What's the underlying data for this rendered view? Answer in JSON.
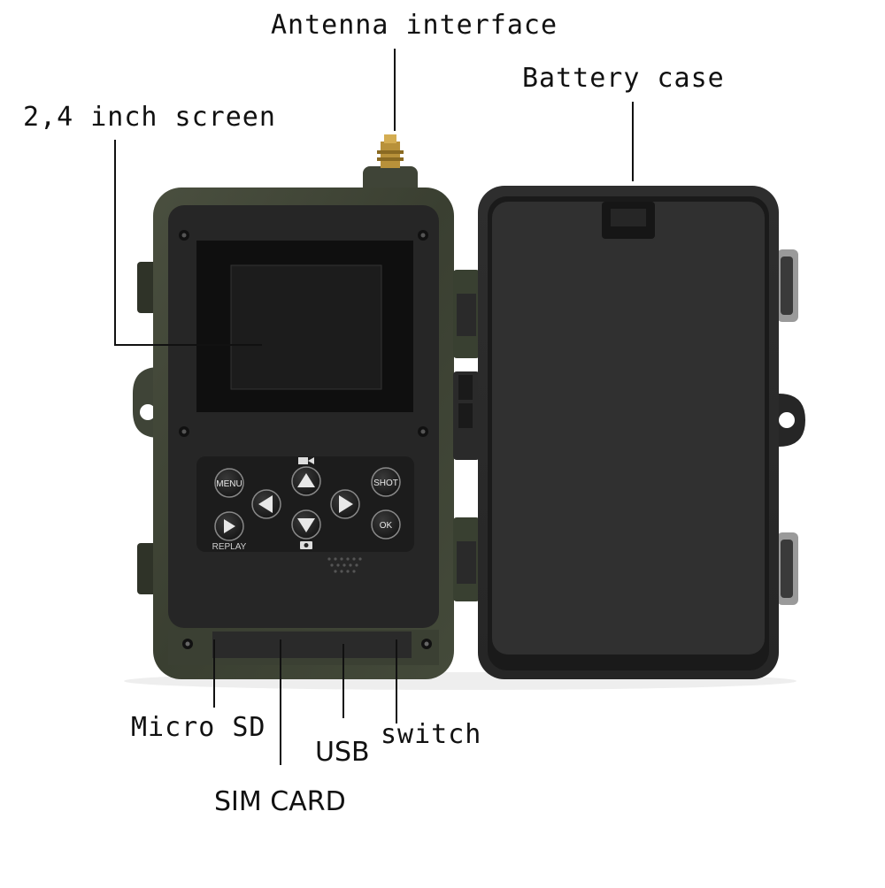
{
  "labels": {
    "antenna": "Antenna interface",
    "battery": "Battery case",
    "screen": "2,4 inch screen",
    "micro_sd": "Micro SD",
    "usb": "USB",
    "switch": "switch",
    "sim_card": "SIM CARD"
  },
  "buttons": {
    "menu": "MENU",
    "shot": "SHOT",
    "ok": "OK",
    "replay": "REPLAY"
  },
  "colors": {
    "camo_body": "#3d4234",
    "panel": "#262626",
    "lid": "#2b2b2b",
    "screen": "#161616",
    "leader_line": "#111111"
  },
  "icons": [
    "antenna-connector-icon",
    "up-arrow-icon",
    "down-arrow-icon",
    "left-arrow-icon",
    "right-arrow-icon",
    "play-icon",
    "video-camera-icon",
    "photo-camera-icon",
    "speaker-grille-icon"
  ]
}
